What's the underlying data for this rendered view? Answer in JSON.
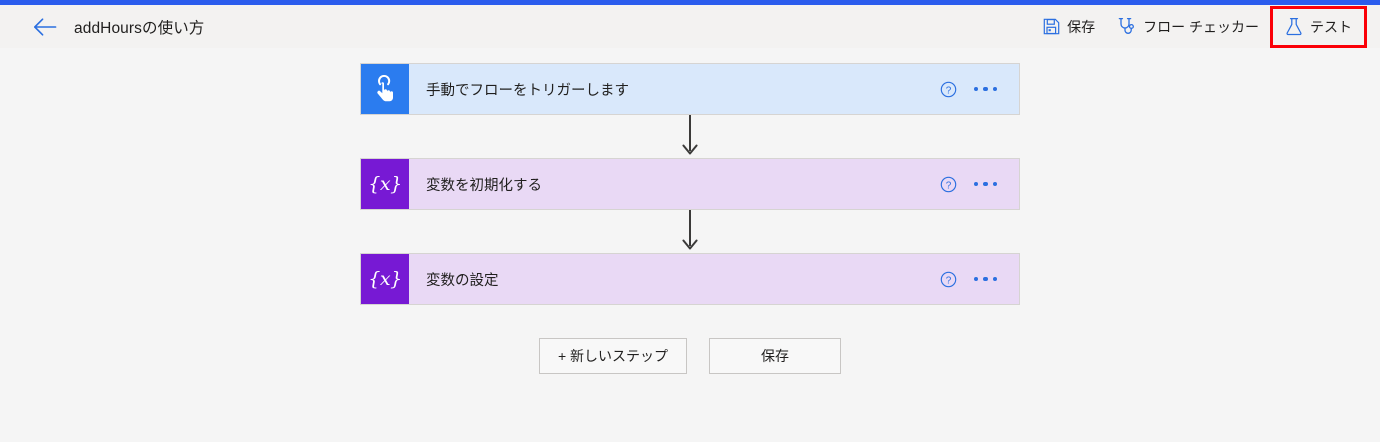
{
  "theme": {
    "accent_bar": "#2b5ced",
    "trigger_icon_bg": "#2b7cef",
    "trigger_card_bg": "#d9e8fb",
    "action_icon_bg": "#7719d4",
    "action_card_bg": "#e9d9f5",
    "highlight_border": "#fb0007",
    "canvas_bg": "#f5f5f5",
    "command_bar_bg": "#f3f2f1"
  },
  "command_bar": {
    "back_label": "back-arrow",
    "title": "addHoursの使い方",
    "items": [
      {
        "label": "保存",
        "icon": "save-icon",
        "highlighted": false
      },
      {
        "label": "フロー チェッカー",
        "icon": "stethoscope-icon",
        "highlighted": false
      },
      {
        "label": "テスト",
        "icon": "flask-icon",
        "highlighted": true
      }
    ]
  },
  "flow": {
    "steps": [
      {
        "title": "手動でフローをトリガーします",
        "kind": "trigger",
        "icon": "manual-trigger-tap-icon",
        "help_icon": "help-circle-icon",
        "menu_icon": "more-horizontal-icon"
      },
      {
        "title": "変数を初期化する",
        "kind": "action",
        "icon": "variable-braces-icon",
        "icon_text": "{x}",
        "help_icon": "help-circle-icon",
        "menu_icon": "more-horizontal-icon"
      },
      {
        "title": "変数の設定",
        "kind": "action",
        "icon": "variable-braces-icon",
        "icon_text": "{x}",
        "help_icon": "help-circle-icon",
        "menu_icon": "more-horizontal-icon"
      }
    ]
  },
  "footer_buttons": [
    {
      "label": "+ 新しいステップ",
      "name": "new-step-button"
    },
    {
      "label": "保存",
      "name": "save-button"
    }
  ]
}
